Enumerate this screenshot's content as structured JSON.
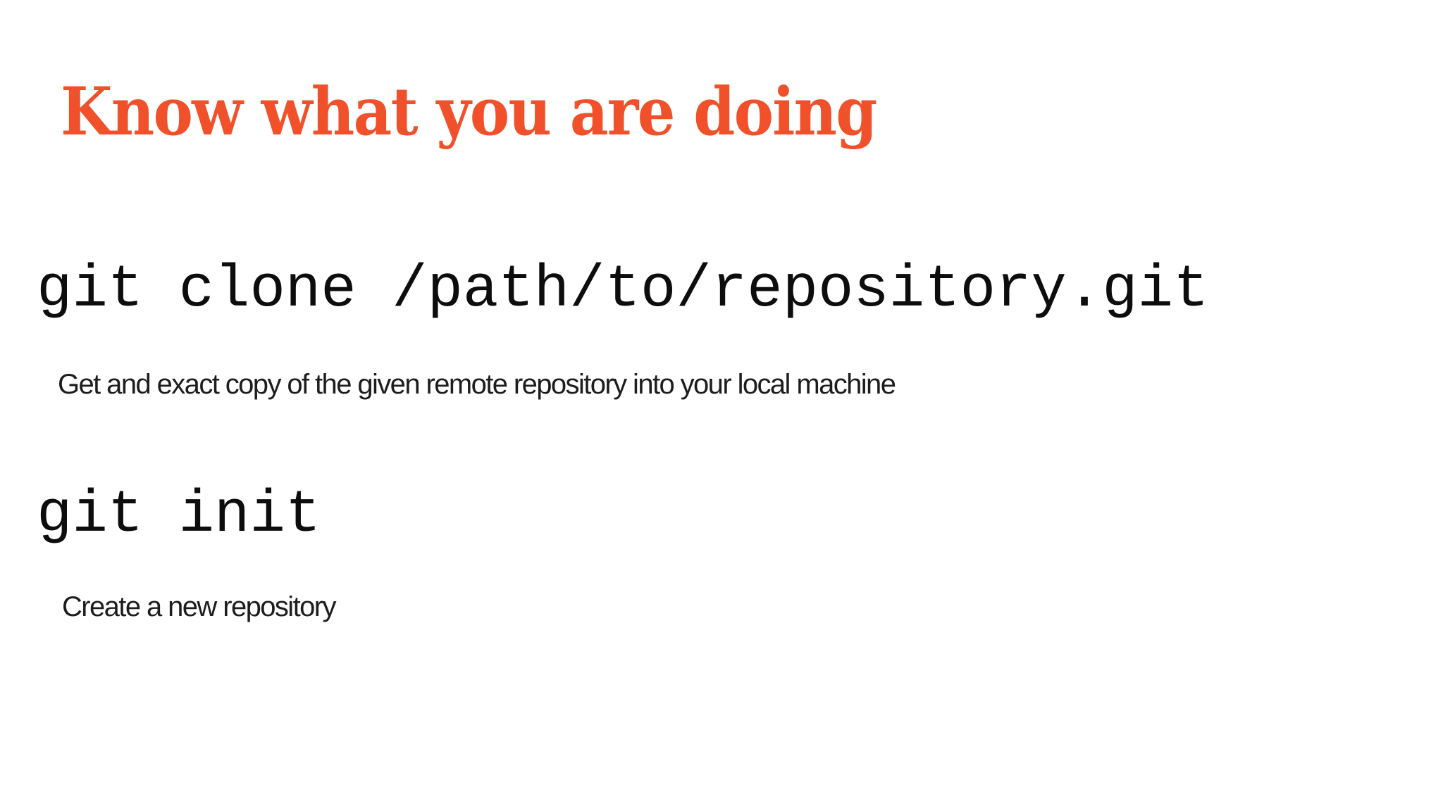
{
  "slide": {
    "title": "Know what you are doing",
    "accent_color": "#F0512A",
    "background_color": "#FFFFFF",
    "code_text_color": "#0D0D0D",
    "description_text_color": "#1D1D1D",
    "entries": [
      {
        "command": "git clone /path/to/repository.git",
        "description": "Get and exact copy of the given remote repository into your local machine"
      },
      {
        "command": "git init",
        "description": "Create a new repository"
      }
    ]
  }
}
